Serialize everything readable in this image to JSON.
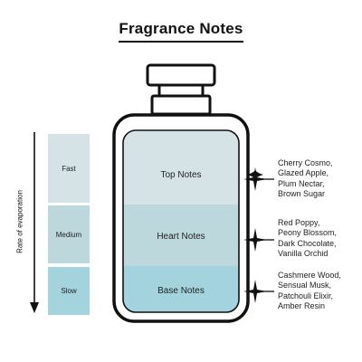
{
  "title": "Fragrance Notes",
  "axis_label": "Rate of evaporation",
  "evaporation": [
    {
      "label": "Fast",
      "color": "#d5e3e6"
    },
    {
      "label": "Medium",
      "color": "#bcd8dd"
    },
    {
      "label": "Slow",
      "color": "#a3d3dc"
    }
  ],
  "layers": [
    {
      "label": "Top Notes",
      "color": "#d5e3e6"
    },
    {
      "label": "Heart Notes",
      "color": "#bcd8dd"
    },
    {
      "label": "Base Notes",
      "color": "#a3d3dc"
    }
  ],
  "notes": {
    "top": [
      "Cherry Cosmo,",
      "Glazed Apple,",
      "Plum Nectar,",
      "Brown Sugar"
    ],
    "heart": [
      "Red Poppy,",
      "Peony Blossom,",
      "Dark Chocolate,",
      "Vanilla Orchid"
    ],
    "base": [
      "Cashmere Wood,",
      "Sensual Musk,",
      "Patchouli Elixir,",
      "Amber Resin"
    ]
  }
}
